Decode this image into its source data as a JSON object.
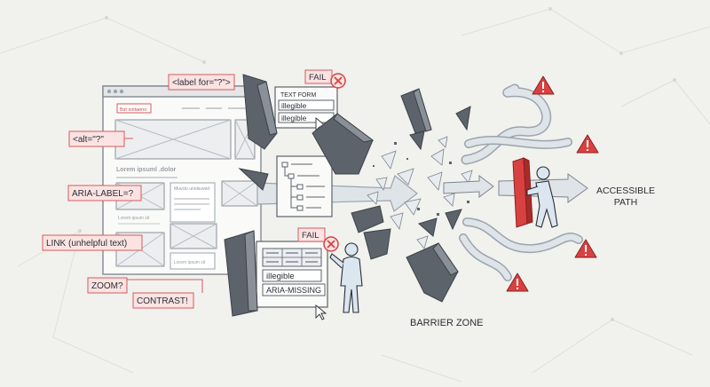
{
  "colors": {
    "background": "#f1f1ed",
    "shard": "#5c636b",
    "shard_dark": "#454b52",
    "shard_light": "#8a9098",
    "path": "#cfd6de",
    "path_stroke": "#9aa4ae",
    "alert_red": "#d94141",
    "label_fill": "#fbe3e3",
    "label_stroke": "#d65b5b",
    "ink": "#2b2f34"
  },
  "icons": [
    "warning-icon",
    "fail-x-icon",
    "mouse-cursor-icon",
    "browser-window-icon",
    "person-icon",
    "arrow-icon"
  ],
  "labels": {
    "label_for": "<label for=\"?\">",
    "alt": "<alt=\"?\"",
    "aria_label": "ARIA-LABEL=?",
    "link": "LINK (unhelpful text)",
    "zoom": "ZOOM?",
    "contrast": "CONTRAST!"
  },
  "browser_window": {
    "header_chip": "Bst soitaeno",
    "heading": "Lorem ipsuml .dolor",
    "card_title": "Muvcio unolsuved",
    "caption_1": "Lorem ipsum sit",
    "caption_2": "Lorem ipsum sit"
  },
  "text_form": {
    "title": "TEXT FORM",
    "field_1": "illegible",
    "field_2": "illegible",
    "fail": "FAIL"
  },
  "table_panel": {
    "field_1": "illegible",
    "field_2": "ARIA-MISSING",
    "fail": "FAIL"
  },
  "zones": {
    "barrier": "BARRIER ZONE",
    "accessible_line_1": "ACCESSIBLE",
    "accessible_line_2": "PATH"
  }
}
